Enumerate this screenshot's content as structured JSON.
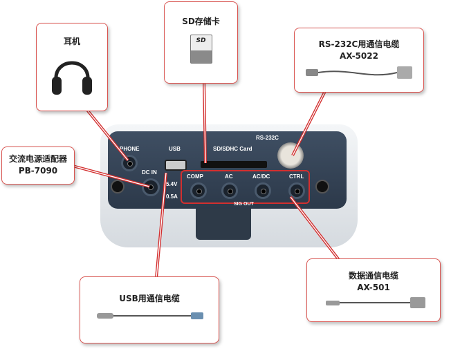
{
  "callouts": {
    "phone": "耳机",
    "sd": "SD存储卡",
    "rs232_title": "RS-232C用通信电缆",
    "rs232_model": "AX-5022",
    "adapter_title": "交流电源适配器",
    "adapter_model": "PB-7090",
    "usb": "USB用通信电缆",
    "data_title": "数据通信电缆",
    "data_model": "AX-501"
  },
  "panel": {
    "phone": "PHONE",
    "usb": "USB",
    "sd": "SD/SDHC Card",
    "rs232": "RS-232C",
    "dcin": "DC IN",
    "voltage": "5.4V",
    "current": "0.5A",
    "comp": "COMP",
    "ac": "AC",
    "acdc": "AC/DC",
    "ctrl": "CTRL",
    "sigout": "SIG OUT",
    "sd_card_label": "SD"
  },
  "colors": {
    "accent": "#d9534f",
    "panel": "#34435a"
  }
}
